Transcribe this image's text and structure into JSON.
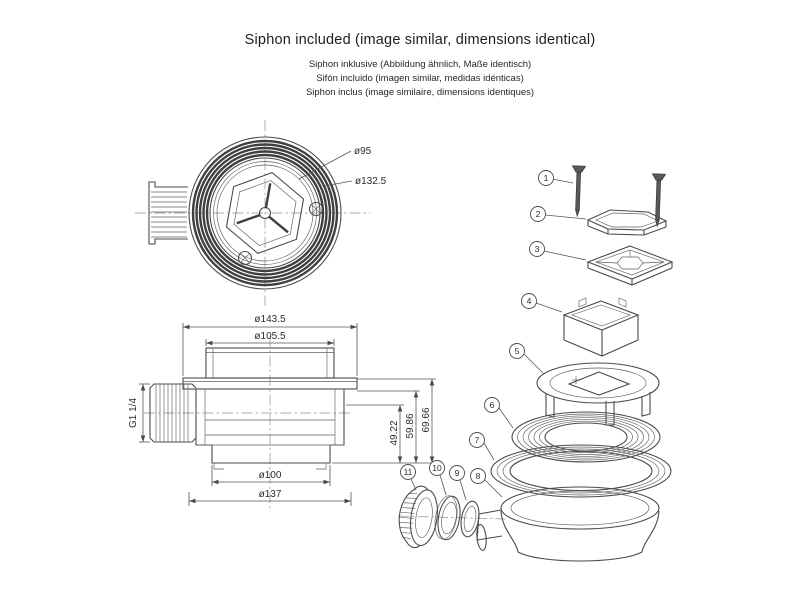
{
  "header": {
    "title": "Siphon included (image similar, dimensions identical)",
    "subtitle_de": "Siphon inklusive (Abbildung ähnlich, Maße identisch)",
    "subtitle_es": "Sifón incluido (imagen similar, medidas idénticas)",
    "subtitle_fr": "Siphon inclus (image similaire, dimensions identiques)"
  },
  "top_view": {
    "dim_inner": "ø95",
    "dim_outer": "ø132.5"
  },
  "side_view": {
    "dim_flange": "ø143.5",
    "dim_insert": "ø105.5",
    "dim_thread": "G1 1/4",
    "dim_height_1": "49.22",
    "dim_height_2": "59.86",
    "dim_height_3": "69.66",
    "dim_cup": "ø100",
    "dim_base": "ø137"
  },
  "exploded_view": {
    "parts": [
      {
        "num": "1"
      },
      {
        "num": "2"
      },
      {
        "num": "3"
      },
      {
        "num": "4"
      },
      {
        "num": "5"
      },
      {
        "num": "6"
      },
      {
        "num": "7"
      },
      {
        "num": "8"
      },
      {
        "num": "9"
      },
      {
        "num": "10"
      },
      {
        "num": "11"
      }
    ]
  },
  "colors": {
    "line": "#4b4b4b",
    "background": "#ffffff"
  }
}
